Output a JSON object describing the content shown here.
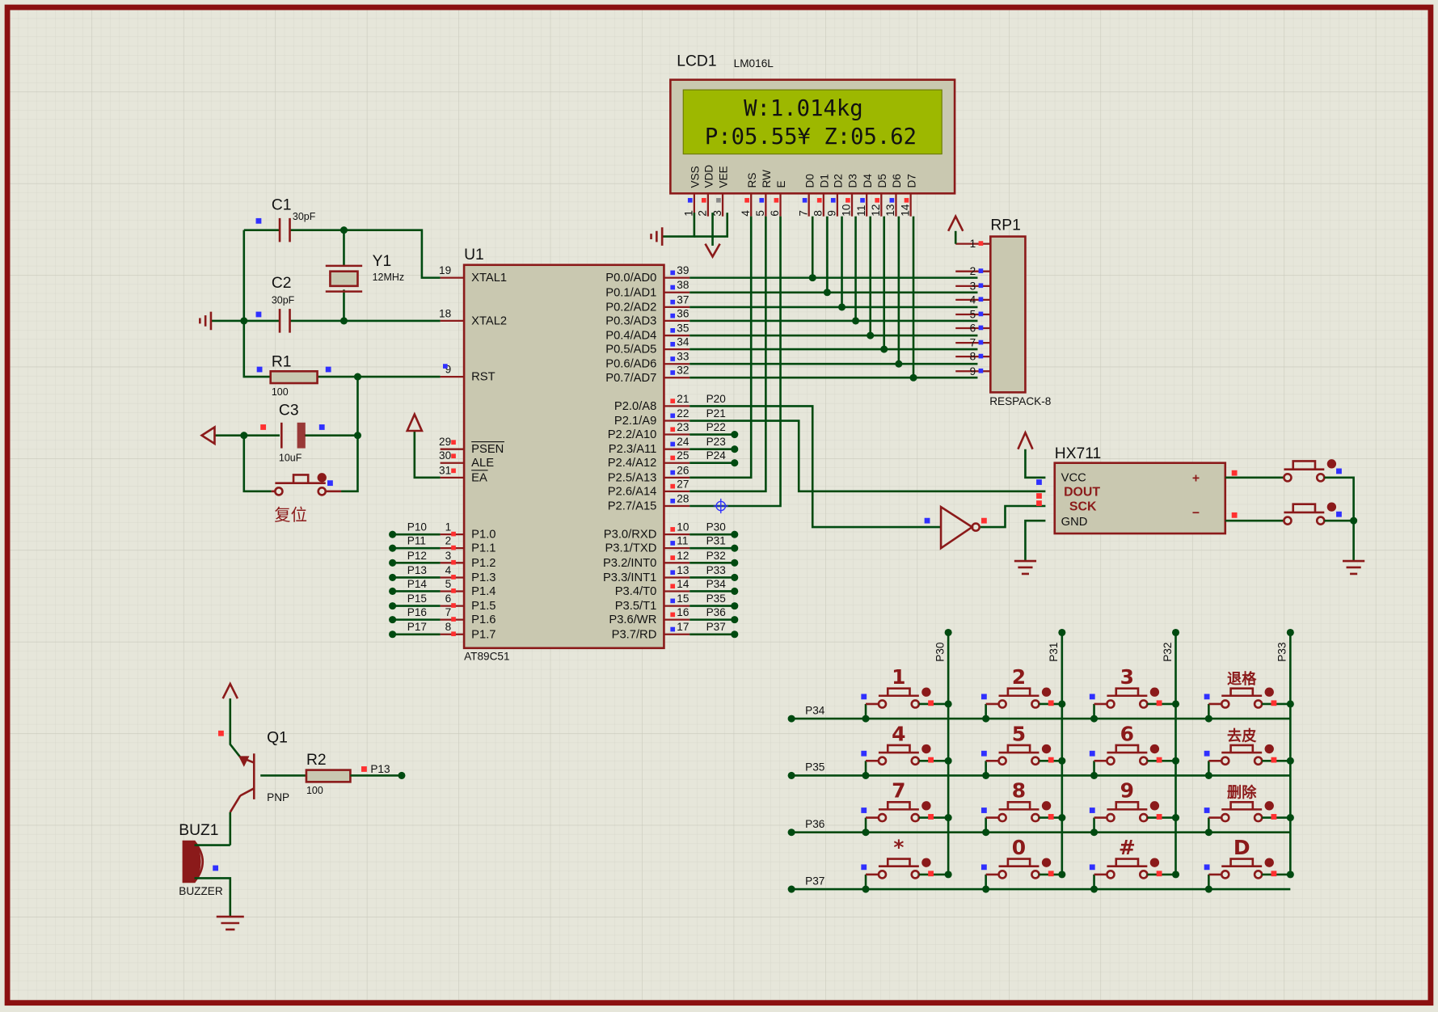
{
  "lcd": {
    "ref": "LCD1",
    "model": "LM016L",
    "line1": "W:1.014kg",
    "line2": "P:05.55¥ Z:05.62",
    "pin_names": [
      "VSS",
      "VDD",
      "VEE",
      "RS",
      "RW",
      "E",
      "D0",
      "D1",
      "D2",
      "D3",
      "D4",
      "D5",
      "D6",
      "D7"
    ],
    "pin_nums": [
      "1",
      "2",
      "3",
      "4",
      "5",
      "6",
      "7",
      "8",
      "9",
      "10",
      "11",
      "12",
      "13",
      "14"
    ]
  },
  "mcu": {
    "ref": "U1",
    "model": "AT89C51",
    "left_pins": [
      {
        "num": "19",
        "name": "XTAL1"
      },
      {
        "num": "18",
        "name": "XTAL2"
      },
      {
        "num": "9",
        "name": "RST"
      },
      {
        "num": "29",
        "name": "PSEN"
      },
      {
        "num": "30",
        "name": "ALE"
      },
      {
        "num": "31",
        "name": "EA"
      },
      {
        "num": "1",
        "name": "P1.0"
      },
      {
        "num": "2",
        "name": "P1.1"
      },
      {
        "num": "3",
        "name": "P1.2"
      },
      {
        "num": "4",
        "name": "P1.3"
      },
      {
        "num": "5",
        "name": "P1.4"
      },
      {
        "num": "6",
        "name": "P1.5"
      },
      {
        "num": "7",
        "name": "P1.6"
      },
      {
        "num": "8",
        "name": "P1.7"
      }
    ],
    "right_pins": [
      {
        "num": "39",
        "name": "P0.0/AD0"
      },
      {
        "num": "38",
        "name": "P0.1/AD1"
      },
      {
        "num": "37",
        "name": "P0.2/AD2"
      },
      {
        "num": "36",
        "name": "P0.3/AD3"
      },
      {
        "num": "35",
        "name": "P0.4/AD4"
      },
      {
        "num": "34",
        "name": "P0.5/AD5"
      },
      {
        "num": "33",
        "name": "P0.6/AD6"
      },
      {
        "num": "32",
        "name": "P0.7/AD7"
      },
      {
        "num": "21",
        "name": "P2.0/A8"
      },
      {
        "num": "22",
        "name": "P2.1/A9"
      },
      {
        "num": "23",
        "name": "P2.2/A10"
      },
      {
        "num": "24",
        "name": "P2.3/A11"
      },
      {
        "num": "25",
        "name": "P2.4/A12"
      },
      {
        "num": "26",
        "name": "P2.5/A13"
      },
      {
        "num": "27",
        "name": "P2.6/A14"
      },
      {
        "num": "28",
        "name": "P2.7/A15"
      },
      {
        "num": "10",
        "name": "P3.0/RXD"
      },
      {
        "num": "11",
        "name": "P3.1/TXD"
      },
      {
        "num": "12",
        "name": "P3.2/INT0"
      },
      {
        "num": "13",
        "name": "P3.3/INT1"
      },
      {
        "num": "14",
        "name": "P3.4/T0"
      },
      {
        "num": "15",
        "name": "P3.5/T1"
      },
      {
        "num": "16",
        "name": "P3.6/WR"
      },
      {
        "num": "17",
        "name": "P3.7/RD"
      }
    ],
    "p1_labels": [
      "P10",
      "P11",
      "P12",
      "P13",
      "P14",
      "P15",
      "P16",
      "P17"
    ],
    "p2_labels": [
      "P20",
      "P21",
      "P22",
      "P23",
      "P24"
    ],
    "p3_labels": [
      "P30",
      "P31",
      "P32",
      "P33",
      "P34",
      "P35",
      "P36",
      "P37"
    ]
  },
  "c1": {
    "ref": "C1",
    "value": "30pF"
  },
  "c2": {
    "ref": "C2",
    "value": "30pF"
  },
  "y1": {
    "ref": "Y1",
    "value": "12MHz"
  },
  "r1": {
    "ref": "R1",
    "value": "100"
  },
  "c3": {
    "ref": "C3",
    "value": "10uF"
  },
  "reset": {
    "label": "复位"
  },
  "rp1": {
    "ref": "RP1",
    "model": "RESPACK-8",
    "pins": [
      "1",
      "2",
      "3",
      "4",
      "5",
      "6",
      "7",
      "8",
      "9"
    ]
  },
  "hx711": {
    "ref": "HX711",
    "pins": [
      "VCC",
      "DOUT",
      "SCK",
      "GND"
    ],
    "plus": "+",
    "minus": "−"
  },
  "q1": {
    "ref": "Q1",
    "type": "PNP"
  },
  "r2": {
    "ref": "R2",
    "value": "100",
    "net": "P13"
  },
  "buzzer": {
    "ref": "BUZ1",
    "model": "BUZZER"
  },
  "keypad": {
    "col_nets": [
      "P30",
      "P31",
      "P32",
      "P33"
    ],
    "row_nets": [
      "P34",
      "P35",
      "P36",
      "P37"
    ],
    "keys": [
      [
        "1",
        "2",
        "3",
        "退格"
      ],
      [
        "4",
        "5",
        "6",
        "去皮"
      ],
      [
        "7",
        "8",
        "9",
        "删除"
      ],
      [
        "*",
        "0",
        "#",
        "D"
      ]
    ]
  },
  "colors": {
    "wire": "#004a10",
    "device": "#8b1a1a",
    "body": "#c9c8b0",
    "lcd_screen": "#9db800",
    "frame": "#8b1010",
    "grid": "#d8d8cc"
  }
}
